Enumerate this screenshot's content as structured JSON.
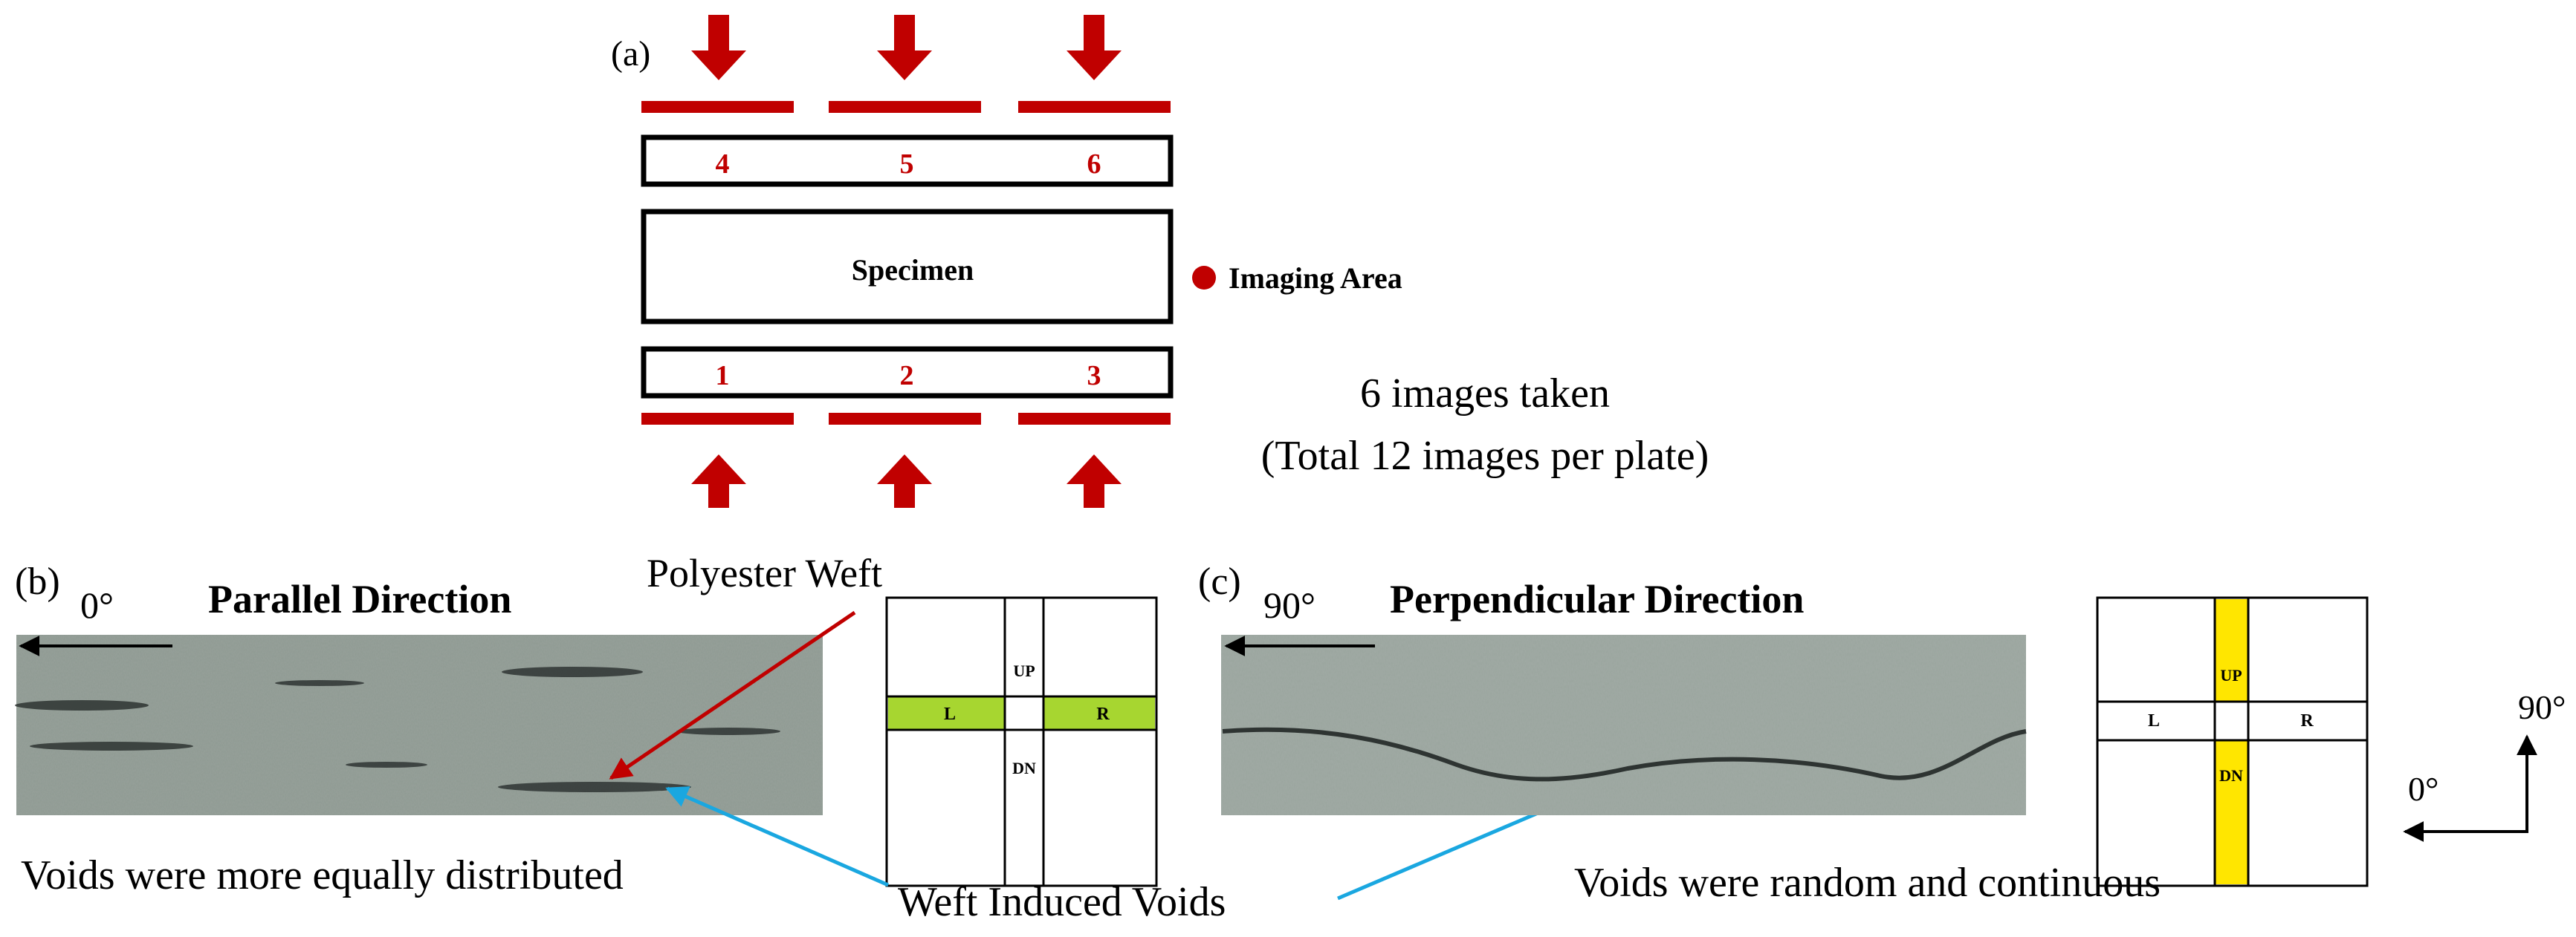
{
  "panel_a": {
    "label": "(a)",
    "strip_top_numbers": [
      "4",
      "5",
      "6"
    ],
    "strip_bottom_numbers": [
      "1",
      "2",
      "3"
    ],
    "specimen_label": "Specimen",
    "legend_label": "Imaging Area",
    "caption_line1": "6 images taken",
    "caption_line2": "(Total 12 images per plate)"
  },
  "panel_b": {
    "label": "(b)",
    "angle": "0°",
    "title": "Parallel Direction",
    "annotation": "Polyester Weft",
    "caption": "Voids were more equally distributed",
    "grid_labels": {
      "up": "UP",
      "down": "DN",
      "left": "L",
      "right": "R"
    }
  },
  "panel_c": {
    "label": "(c)",
    "angle": "90°",
    "title": "Perpendicular Direction",
    "caption": "Voids were random and continuous",
    "grid_labels": {
      "up": "UP",
      "down": "DN",
      "left": "L",
      "right": "R"
    }
  },
  "shared": {
    "weft_voids_label": "Weft Induced Voids"
  },
  "axes": {
    "y_label": "90°",
    "x_label": "0°"
  },
  "colors": {
    "arrow_red": "#C00000",
    "leader_red": "#C00000",
    "leader_blue": "#1AA7E0",
    "highlight_green": "#A7D630",
    "highlight_yellow": "#FFE600",
    "micrograph": "#8E9A92"
  }
}
